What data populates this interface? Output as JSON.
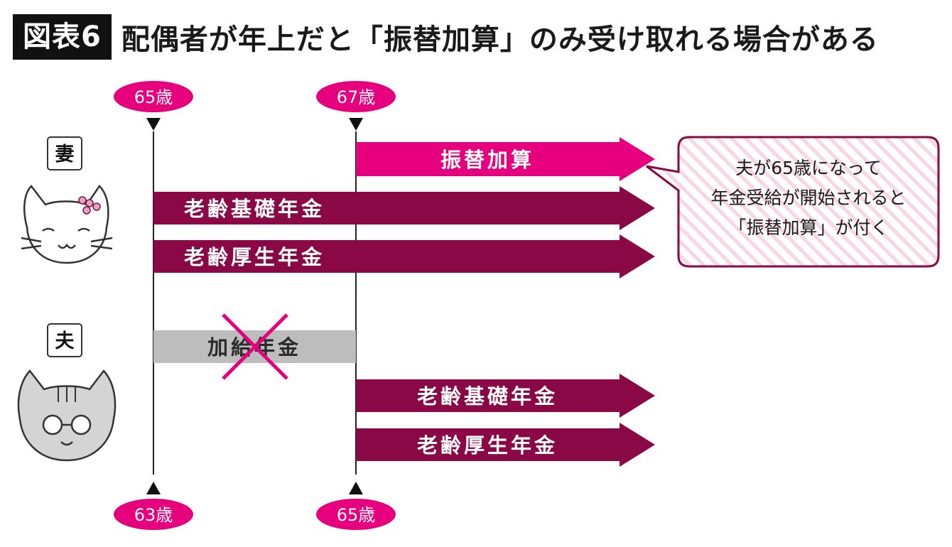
{
  "figure": {
    "badge": "図表6",
    "title": "配偶者が年上だと「振替加算」のみ受け取れる場合がある"
  },
  "people": {
    "wife": "妻",
    "husband": "夫"
  },
  "age_markers": {
    "wife_line1": "65歳",
    "wife_line2": "67歳",
    "husband_line1": "63歳",
    "husband_line2": "65歳"
  },
  "bars": {
    "furikae": "振替加算",
    "wife_kiso": "老齢基礎年金",
    "wife_kousei": "老齢厚生年金",
    "kakyu": "加給年金",
    "husband_kiso": "老齢基礎年金",
    "husband_kousei": "老齢厚生年金"
  },
  "callout": {
    "lines": [
      "夫が65歳になって",
      "年金受給が開始されると",
      "「振替加算」が付く"
    ]
  },
  "colors": {
    "pink": "#e6007e",
    "maroon": "#8a0846",
    "gray": "#bdbdbd",
    "bubble_border": "#8a0846"
  }
}
